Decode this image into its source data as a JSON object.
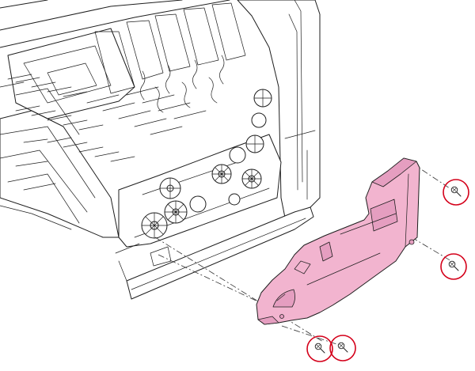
{
  "colors": {
    "highlight_part": "#f2b4cf",
    "callout_ring": "#d4001a",
    "line": "#1e1e1e"
  },
  "parts": {
    "highlighted_part": "side-cover",
    "screws": [
      {
        "id": "screw-top-right"
      },
      {
        "id": "screw-mid-right"
      },
      {
        "id": "screw-bottom-left"
      },
      {
        "id": "screw-bottom-right"
      }
    ]
  }
}
